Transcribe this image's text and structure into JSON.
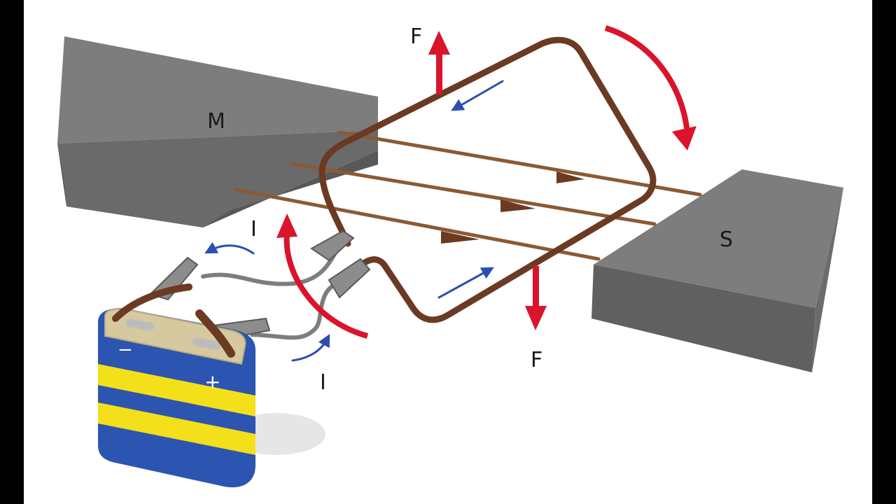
{
  "labels": {
    "north_pole": "M",
    "south_pole": "S",
    "force_top": "F",
    "force_bottom": "F",
    "current_near_coil": "I",
    "current_near_battery": "I"
  },
  "battery": {
    "negative_symbol": "−",
    "positive_symbol": "+"
  },
  "colors": {
    "background": "#ffffff",
    "letterbox": "#000000",
    "magnet_top": "#7d7d7d",
    "magnet_front": "#6a6a6a",
    "magnet_side": "#545454",
    "coil": "#6b3a22",
    "field_line": "#8a5a35",
    "force_arrow": "#d9142b",
    "current_arrow": "#2a4fb0",
    "battery_blue": "#2b55b0",
    "battery_yellow": "#f3df1a",
    "clip_gray": "#8c8c8c"
  }
}
